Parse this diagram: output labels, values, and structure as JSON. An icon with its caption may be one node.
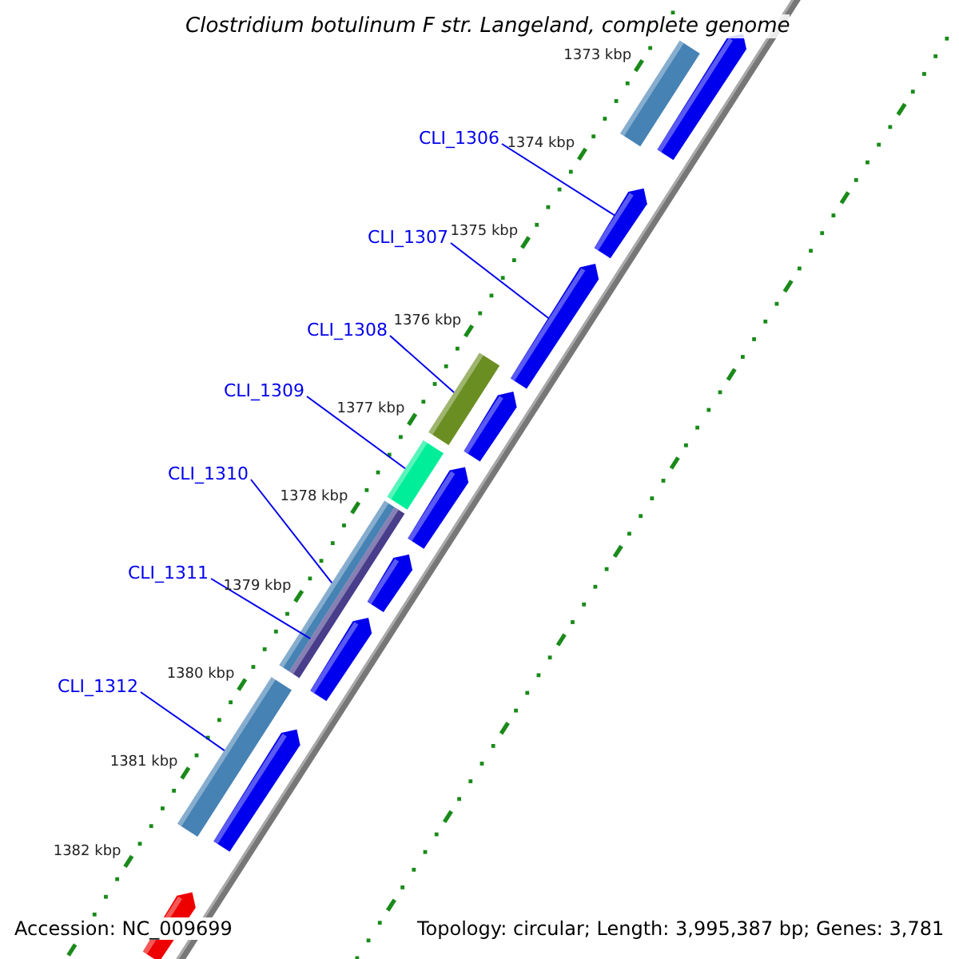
{
  "diagram": {
    "title": "Clostridium botulinum F str. Langeland, complete genome",
    "nodes": [
      {
        "text": [
          "CLI_1306"
        ]
      },
      {
        "text": [
          "CLI_1307"
        ]
      },
      {
        "text": [
          "CLI_1308"
        ]
      },
      {
        "text": [
          "CLI_1309"
        ]
      },
      {
        "text": [
          "CLI_1310"
        ]
      },
      {
        "text": [
          "CLI_1311"
        ]
      },
      {
        "text": [
          "CLI_1312"
        ]
      },
      {
        "text": [],
        "shape": "bar"
      },
      {
        "text": [],
        "shape": "bar"
      },
      {
        "text": [],
        "shape": "bar"
      },
      {
        "text": [],
        "shape": "bar"
      },
      {
        "text": [],
        "shape": "bar"
      },
      {
        "text": [],
        "shape": "bar"
      },
      {
        "text": [],
        "shape": "bar"
      },
      {
        "text": [],
        "shape": "bar"
      },
      {
        "text": [],
        "shape": "bar"
      },
      {
        "text": [],
        "shape": "bar"
      },
      {
        "text": [],
        "shape": "bar"
      },
      {
        "text": [],
        "shape": "bar"
      },
      {
        "text": [],
        "shape": "bar"
      },
      {
        "text": [],
        "shape": "bar"
      },
      {
        "text": [],
        "shape": "bar"
      }
    ],
    "edges": [
      {
        "from": 0,
        "to": 9,
        "arrow": "none"
      },
      {
        "from": 1,
        "to": 10,
        "arrow": "none"
      },
      {
        "from": 2,
        "to": 11,
        "arrow": "none"
      },
      {
        "from": 3,
        "to": 13,
        "arrow": "none"
      },
      {
        "from": 4,
        "to": 15,
        "arrow": "none"
      },
      {
        "from": 5,
        "to": 16,
        "arrow": "none"
      },
      {
        "from": 6,
        "to": 19,
        "arrow": "none"
      }
    ],
    "labels": [
      "1373 kbp",
      "1374 kbp",
      "1375 kbp",
      "1376 kbp",
      "1377 kbp",
      "1378 kbp",
      "1379 kbp",
      "1380 kbp",
      "1381 kbp",
      "1382 kbp",
      "Accession: NC_009699",
      "Topology: circular; Length: 3,995,387 bp; Genes: 3,781"
    ]
  }
}
